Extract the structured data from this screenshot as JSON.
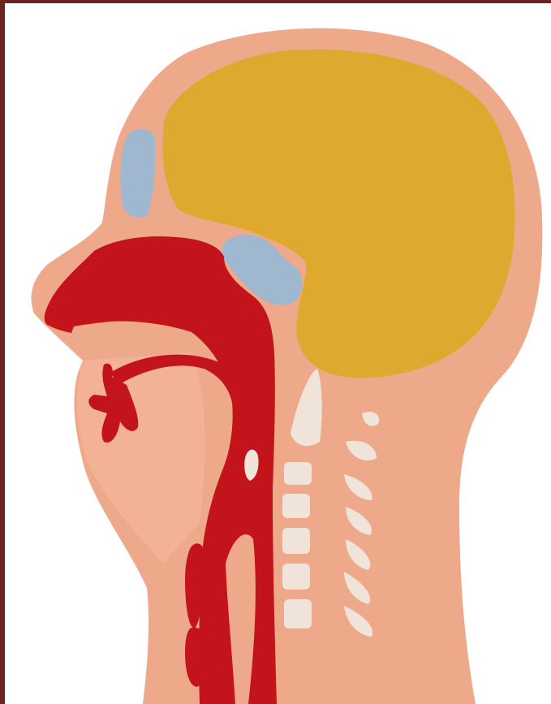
{
  "diagram": {
    "kind": "sagittal-head-cross-section",
    "labels": [],
    "colors": {
      "frame": "#6e2323",
      "background": "#ffffff",
      "skin": "#eea98a",
      "brain": "#dfa92f",
      "airway": "#c3131b",
      "sinus": "#9fb8cf",
      "vertebra": "#f0e4da"
    },
    "parts": [
      {
        "name": "brain",
        "icon": "brain-icon"
      },
      {
        "name": "frontal-sinus",
        "icon": "sinus-icon"
      },
      {
        "name": "sphenoid-sinus",
        "icon": "sinus-icon"
      },
      {
        "name": "nasal-cavity",
        "icon": "airway-icon"
      },
      {
        "name": "pharynx",
        "icon": "airway-icon"
      },
      {
        "name": "trachea",
        "icon": "airway-icon"
      },
      {
        "name": "esophagus",
        "icon": "airway-icon"
      },
      {
        "name": "cervical-vertebrae",
        "icon": "vertebra-icon"
      }
    ]
  }
}
